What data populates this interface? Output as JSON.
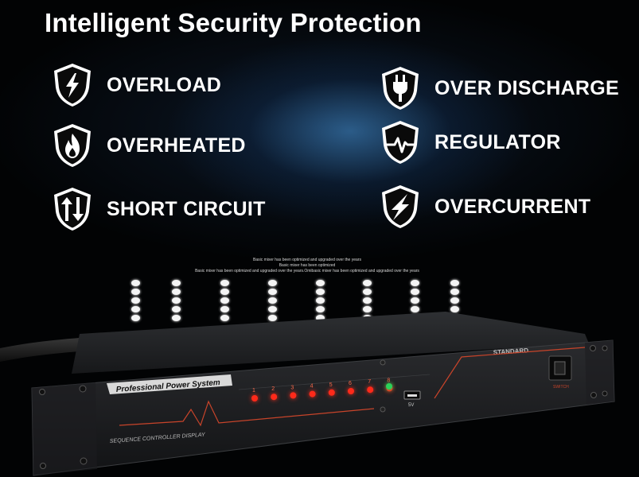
{
  "headline": "Intelligent Security Protection",
  "features": [
    {
      "label": "OVERLOAD",
      "icon": "lightning-bolt-icon"
    },
    {
      "label": "OVERHEATED",
      "icon": "flame-icon"
    },
    {
      "label": "SHORT CIRCUIT",
      "icon": "up-down-arrows-icon"
    },
    {
      "label": "OVER DISCHARGE",
      "icon": "plug-icon"
    },
    {
      "label": "REGULATOR",
      "icon": "pulse-line-icon"
    },
    {
      "label": "OVERCURRENT",
      "icon": "lightning-icon"
    }
  ],
  "caption": {
    "line1": "Basic mixer has been optimized and upgraded over the years",
    "line2": "Basic mixer has been optimized",
    "line3": "Basic mixer has been optimized and upgraded over the years.Omibasic mixer has been optimized and upgraded over the years"
  },
  "device": {
    "brand_label": "Professional Power System",
    "standard_label": "STANDARD",
    "bottom_label": "SEQUENCE CONTROLLER DISPLAY",
    "usb_label": "5V",
    "switch_label": "SWITCH",
    "channels": [
      "1",
      "2",
      "3",
      "4",
      "5",
      "6",
      "7",
      "8"
    ],
    "channel_led_color": "#ff2a1a",
    "power_led_color": "#2bd35a",
    "accent_color": "#c8442a"
  }
}
